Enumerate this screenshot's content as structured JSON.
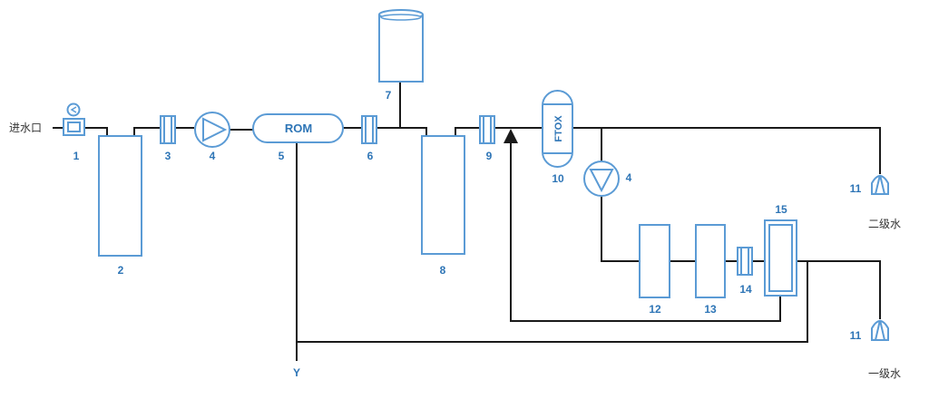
{
  "colors": {
    "pipe": "#1a1a1a",
    "equip": "#5b9bd5",
    "label": "#2e75b6",
    "text": "#333333"
  },
  "inlet_label": "进水口",
  "labels": {
    "n1": "1",
    "n2": "2",
    "n3": "3",
    "n4a": "4",
    "n5": "5",
    "n6": "6",
    "n7": "7",
    "n8": "8",
    "n9": "9",
    "n10": "10",
    "n4b": "4",
    "n11a": "11",
    "n11b": "11",
    "n12": "12",
    "n13": "13",
    "n14": "14",
    "n15": "15",
    "y": "Y"
  },
  "equipment": {
    "rom": "ROM",
    "ftox": "FTOX"
  },
  "outlets": {
    "secondary": "二级水",
    "primary": "一级水"
  }
}
